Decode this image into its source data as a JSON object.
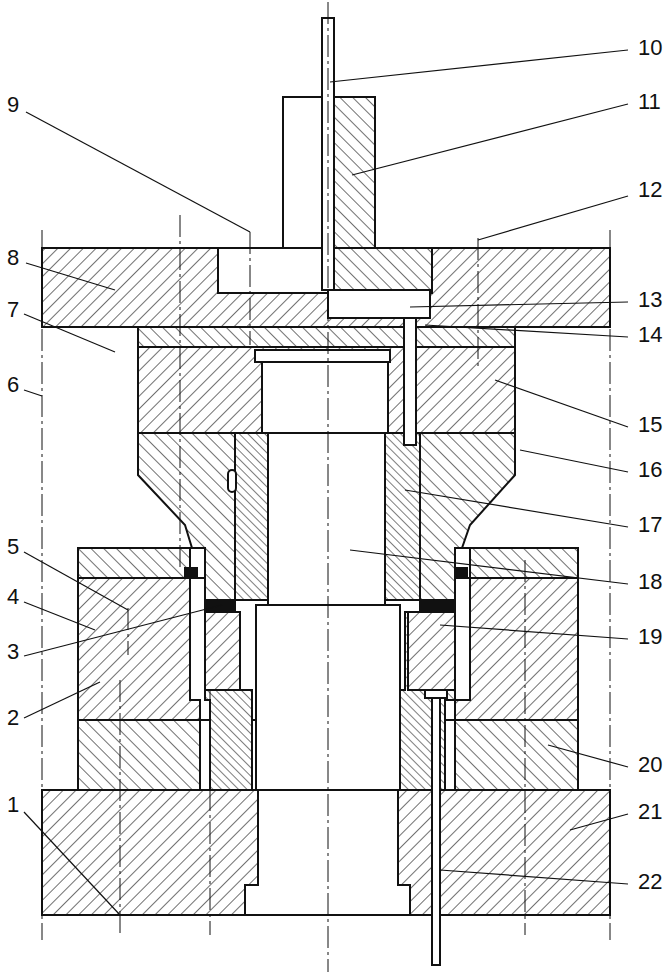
{
  "diagram": {
    "labels": [
      "10",
      "11",
      "9",
      "12",
      "8",
      "13",
      "7",
      "14",
      "6",
      "15",
      "16",
      "5",
      "17",
      "4",
      "18",
      "3",
      "19",
      "2",
      "20",
      "1",
      "21",
      "22"
    ]
  }
}
